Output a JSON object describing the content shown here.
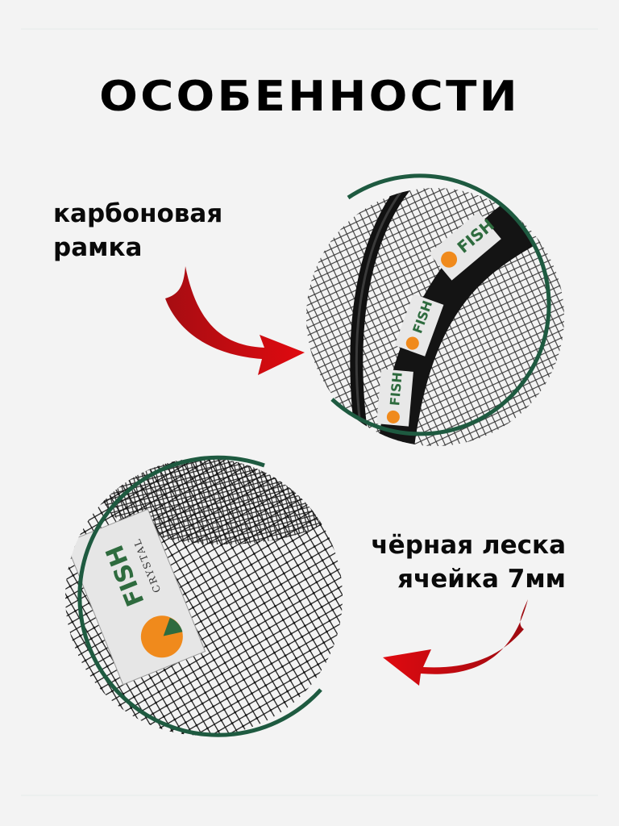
{
  "heading": "ОСОБЕННОСТИ",
  "features": [
    {
      "lines": [
        "карбоновая",
        "рамка"
      ],
      "arrow_direction": "right",
      "photo": "carbon-frame-closeup"
    },
    {
      "lines": [
        "чёрная леска",
        "ячейка 7мм"
      ],
      "arrow_direction": "left",
      "photo": "black-mesh-closeup"
    }
  ],
  "brand_label": {
    "name": "FISH",
    "sub": "CRYSTAL"
  },
  "colors": {
    "background": "#f3f3f3",
    "text": "#0a0a0a",
    "arrow": "#d40a10",
    "arrow_dark": "#9c0a10",
    "ring": "#1e5a40",
    "logo_green": "#2e6b3e",
    "logo_orange": "#f08a1c"
  }
}
